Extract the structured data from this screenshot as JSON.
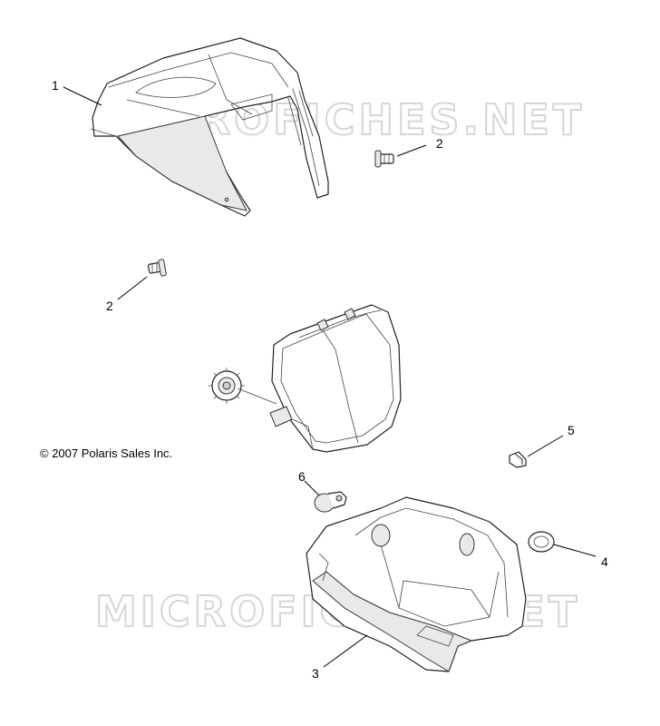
{
  "copyright": "© 2007 Polaris Sales Inc.",
  "watermark": "MICROFICHES.NET",
  "callouts": [
    {
      "id": "callout-1",
      "label": "1"
    },
    {
      "id": "callout-2a",
      "label": "2"
    },
    {
      "id": "callout-2b",
      "label": "2"
    },
    {
      "id": "callout-3",
      "label": "3"
    },
    {
      "id": "callout-4",
      "label": "4"
    },
    {
      "id": "callout-5",
      "label": "5"
    },
    {
      "id": "callout-6",
      "label": "6"
    }
  ]
}
